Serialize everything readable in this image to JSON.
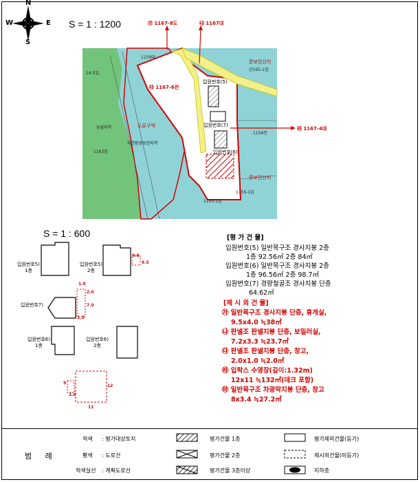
{
  "compass": {
    "n": "N",
    "s": "S",
    "e": "E",
    "w": "W"
  },
  "scale_main": "S = 1 : 1200",
  "scale_sub": "S = 1 : 600",
  "map": {
    "lot_labels": [
      {
        "id": "l1159",
        "text": "1159대"
      },
      {
        "id": "l14_5",
        "text": "14-5임"
      },
      {
        "id": "l1162",
        "text": "1162임"
      },
      {
        "id": "l1156",
        "text": "1156전"
      },
      {
        "id": "l1155_1",
        "text": "1155-1임"
      },
      {
        "id": "l1155_2",
        "text": "1155-2임"
      },
      {
        "id": "l1165_1",
        "text": "산165-1임"
      },
      {
        "id": "lforest",
        "text": "농림지역"
      },
      {
        "id": "lnatural",
        "text": "자연환경보전지역"
      },
      {
        "id": "lroad",
        "text": "도로구역"
      },
      {
        "id": "lmount1",
        "text": "준보전산지"
      },
      {
        "id": "lmount2",
        "text": "준보전산지"
      }
    ],
    "red_labels": {
      "top1": "㉮ 1167-8도",
      "top2": "㉯ 1167대",
      "center": "㉰ 1167-6전",
      "right": "㉱ 1167-4대"
    },
    "building_tags": [
      "입원번호(5)",
      "입원번호(6)",
      "입원번호(7)"
    ]
  },
  "details": {
    "row1": [
      {
        "label": "입원번호5)",
        "sub": "1층"
      },
      {
        "label": "입원번호5)",
        "sub": "2층"
      }
    ],
    "row2_label": "입원번호7)",
    "row3": [
      {
        "label": "입원번호6)",
        "sub": "1층"
      },
      {
        "label": "입원번호6)",
        "sub": "2층"
      }
    ],
    "dims": [
      "9.0",
      "9.5",
      "1.0",
      "2.0",
      "7.0",
      "2.3",
      "12",
      "11",
      "9",
      "2.8"
    ]
  },
  "eval": {
    "title": "[평 가 건 물]",
    "lines": [
      "입원번호(5) 일반목구조 경사지붕 2층",
      "1층 92.56㎡ 2층 84㎡",
      "입원번호(6) 일반목구조 경사지붕 2층",
      "1층 96.56㎡ 2층 98.7㎡",
      "입원번호(7) 경량철골조 경사지붕 단층",
      "64.62㎡"
    ]
  },
  "excluded": {
    "title": "[제 시 외 건 물]",
    "lines": [
      "㉮ 일반목구조 경사지붕 단층, 휴게실,",
      "9.5x4.0 ≒38㎡",
      "㉯ 판넬조 판넬지붕 단층, 보일러실,",
      "7.2x3.3 ≒23.7㎡",
      "㉰ 판넬조 판넬지붕 단층, 창고,",
      "2.0x1.0 ≒2.0㎡",
      "㉱ 입락스 수영장(깊이:1.32m)",
      "12x11 ≒132㎡(데크 포함)",
      "㉲ 일반목구조 차광막지붕 단층, 창고",
      "8x3.4 ≒27.2㎡"
    ]
  },
  "legend": {
    "heading": "범  례",
    "left": [
      {
        "color": "적색",
        "desc": ": 평가대상토지"
      },
      {
        "color": "황색",
        "desc": ": 도로선"
      },
      {
        "color": "적색실선",
        "desc": ": 계획도로선"
      }
    ],
    "middle": [
      "평가건물 1층",
      "평가건물 2층",
      "평가건물 3층이상"
    ],
    "right": [
      "평가제외건물(등기)",
      "제시외건물(미등기)",
      "지하층"
    ]
  },
  "colors": {
    "teal": "#8fd3d6",
    "green": "#72c47a",
    "yellow": "#f3f08a",
    "red": "#d40000",
    "lot": "#ffffff",
    "bg": "#ffffff"
  }
}
